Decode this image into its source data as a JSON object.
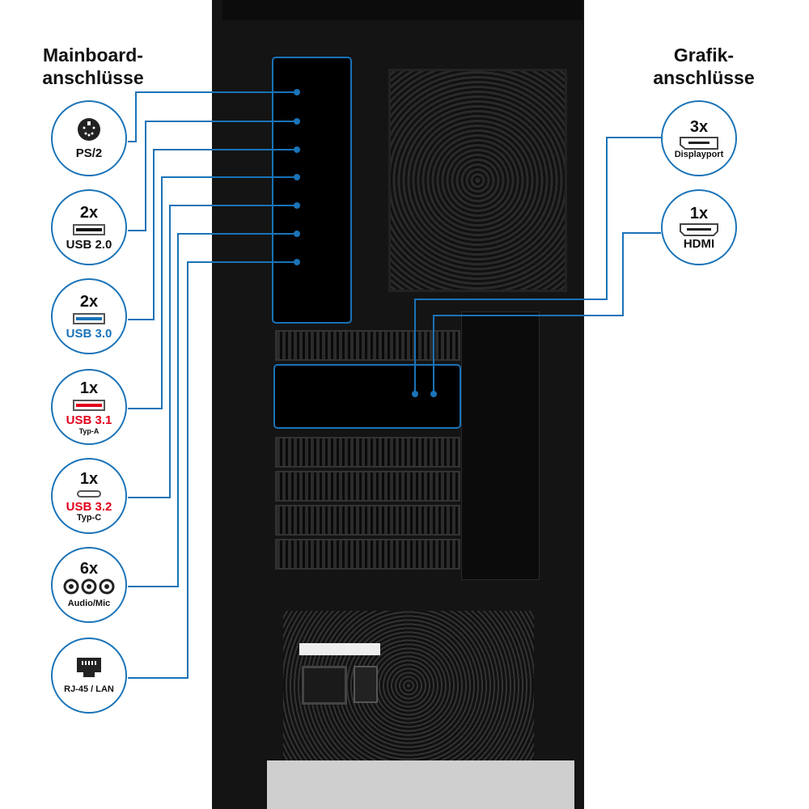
{
  "headings": {
    "left": "Mainboard-\nanschlüsse",
    "left_line1": "Mainboard-",
    "left_line2": "anschlüsse",
    "right_line1": "Grafik-",
    "right_line2": "anschlüsse"
  },
  "colors": {
    "accent": "#1a73b8",
    "usb3": "#1a73b8",
    "usb31": "#e2001a"
  },
  "mainboard": [
    {
      "count": "",
      "label": "PS/2",
      "sub": "",
      "icon": "ps2-icon"
    },
    {
      "count": "2x",
      "label": "USB 2.0",
      "sub": "",
      "icon": "usb-a-icon"
    },
    {
      "count": "2x",
      "label": "USB 3.0",
      "sub": "",
      "icon": "usb-a-icon"
    },
    {
      "count": "1x",
      "label": "USB 3.1",
      "sub": "Typ-A",
      "icon": "usb-a-icon"
    },
    {
      "count": "1x",
      "label": "USB 3.2",
      "sub": "Typ-C",
      "icon": "usb-c-icon"
    },
    {
      "count": "6x",
      "label": "Audio/Mic",
      "sub": "",
      "icon": "audio-jack-icon"
    },
    {
      "count": "",
      "label": "RJ-45 / LAN",
      "sub": "",
      "icon": "rj45-icon"
    }
  ],
  "graphics": [
    {
      "count": "3x",
      "label": "Displayport",
      "icon": "displayport-icon"
    },
    {
      "count": "1x",
      "label": "HDMI",
      "icon": "hdmi-icon"
    }
  ]
}
